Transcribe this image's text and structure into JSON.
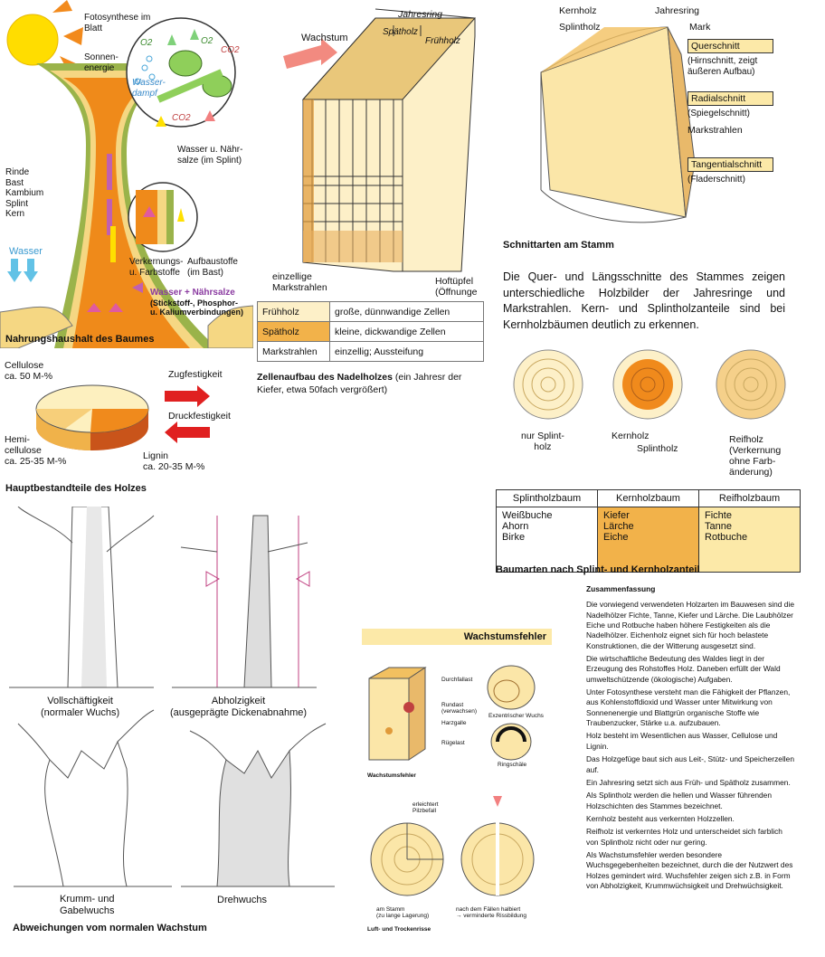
{
  "nutrition": {
    "caption": "Nahrungshaushalt des Baumes",
    "photosynthesis": "Fotosynthese im Blatt",
    "solar": "Sonnen-\nenergie",
    "layers": [
      "Rinde",
      "Bast",
      "Kambium",
      "Splint",
      "Kern"
    ],
    "water": "Wasser",
    "water_vapor": "Wasser-\ndampf",
    "o2a": "O2",
    "o2b": "O2",
    "co2a": "CO2",
    "co2b": "CO2",
    "water_nutrient_splint": "Wasser u. Nähr-\nsalze (im Splint)",
    "verkernung": "Verkernungs-\nu. Farbstoffe",
    "aufbau": "Aufbaustoffe\n(im Bast)",
    "nutrient_salts": "Wasser + Nährsalze",
    "nutrient_detail": "(Stickstoff-, Phosphor-\nu. Kaliumverbindungen)"
  },
  "components": {
    "caption": "Hauptbestandteile des Holzes",
    "cellulose": "Cellulose\nca. 50 M-%",
    "hemicellulose": "Hemi-\ncellulose\nca. 25-35 M-%",
    "lignin": "Lignin\nca. 20-35 M-%",
    "tensile": "Zugfestigkeit",
    "compressive": "Druckfestigkeit"
  },
  "cell": {
    "growth": "Wachstum",
    "annual_ring": "Jahresring",
    "late": "Spätholz",
    "early": "Frühholz",
    "rays": "einzellige\nMarkstrahlen",
    "pits": "Hoftüpfel\n(Öffnunge",
    "table": [
      [
        "Frühholz",
        "große, dünnwandige Zellen"
      ],
      [
        "Spätholz",
        "kleine, dickwandige Zellen"
      ],
      [
        "Markstrahlen",
        "einzellig; Aussteifung"
      ]
    ],
    "caption_bold": "Zellenaufbau des Nadelholzes",
    "caption_rest": " (ein Jahresr der Kiefer, etwa 50fach vergrößert)"
  },
  "cuts": {
    "kernholz": "Kernholz",
    "jahresring": "Jahresring",
    "splintholz": "Splintholz",
    "mark": "Mark",
    "quer": "Querschnitt",
    "quer_sub": "(Hirnschnitt, zeigt\näußeren Aufbau)",
    "radial": "Radialschnitt",
    "radial_sub": "(Spiegelschnitt)",
    "markstrahlen": "Markstrahlen",
    "tangential": "Tangentialschnitt",
    "tangential_sub": "(Fladerschnitt)",
    "caption": "Schnittarten am Stamm",
    "text": "Die Quer- und Längsschnitte des Stammes zeigen unterschiedliche Holzbilder der Jahresringe und Markstrahlen. Kern- und Splintholzanteile sind bei Kernholzbäumen deutlich zu erkennen."
  },
  "rings": {
    "splint": "nur Splint-\nholz",
    "kern": "Kernholz",
    "splint2": "Splintholz",
    "reif": "Reifholz\n(Verkernung\nohne Farb-\nänderung)"
  },
  "species": {
    "headers": [
      "Splintholzbaum",
      "Kernholzbaum",
      "Reifholzbaum"
    ],
    "rows": [
      [
        "Weißbuche\nAhorn\nBirke",
        "Kiefer\nLärche\nEiche",
        "Fichte\nTanne\nRotbuche"
      ]
    ],
    "caption": "Baumarten nach Splint- und Kernholzanteil"
  },
  "growth_forms": {
    "vollschaft": "Vollschäftigkeit\n(normaler Wuchs)",
    "abholz": "Abholzigkeit\n(ausgeprägte Dickenabnahme)",
    "krumm": "Krumm- und\nGabelwuchs",
    "dreh": "Drehwuchs",
    "caption": "Abweichungen vom normalen Wachstum"
  },
  "defects": {
    "title": "Wachstumsfehler",
    "durchfall": "Durchfallast",
    "rundast": "Rundast\n(verwachsen)",
    "harzgalle": "Harzgalle",
    "ruegelast": "Rügelast",
    "exzentrisch": "Exzentrischer Wuchs",
    "ringschaele": "Ringschäle",
    "sub": "Wachstumsfehler",
    "pilz": "erleichtert\nPilzbefall",
    "stamm": "am Stamm\n(zu lange Lagerung)",
    "halbiert": "nach dem Fällen halbiert\n→ verminderte Rissbildung",
    "risse": "Luft- und Trockenrisse"
  },
  "summary": {
    "title": "Zusammenfassung",
    "paragraphs": [
      "Die vorwiegend verwendeten Holzarten im Bauwesen sind die Nadelhölzer Fichte, Tanne, Kiefer und Lärche. Die Laubhölzer Eiche und Rotbuche haben höhere Festigkeiten als die Nadelhölzer. Eichenholz eignet sich für hoch belastete Konstruktionen, die der Witterung ausgesetzt sind.",
      "Die wirtschaftliche Bedeutung des Waldes liegt in der Erzeugung des Rohstoffes Holz. Daneben erfüllt der Wald umweltschützende (ökologische) Aufgaben.",
      "Unter Fotosynthese versteht man die Fähigkeit der Pflanzen, aus Kohlenstoffdioxid und Wasser unter Mitwirkung von Sonnenenergie und Blattgrün organische Stoffe wie Traubenzucker, Stärke u.a. aufzubauen.",
      "Holz besteht im Wesentlichen aus Wasser, Cellulose und Lignin.",
      "Das Holzgefüge baut sich aus Leit-, Stütz- und Speicherzellen auf.",
      "Ein Jahresring setzt sich aus Früh- und Spätholz zusammen.",
      "Als Splintholz werden die hellen und Wasser führenden Holzschichten des Stammes bezeichnet.",
      "Kernholz besteht aus verkernten Holzzellen.",
      "Reifholz ist verkerntes Holz und unterscheidet sich farblich von Splintholz nicht oder nur gering.",
      "Als Wachstumsfehler werden besondere Wuchsgegebenheiten bezeichnet, durch die der Nutzwert des Holzes gemindert wird. Wuchsfehler zeigen sich z.B. in Form von Abholzigkeit, Krummwüchsigkeit und Drehwüchsigkeit."
    ]
  }
}
